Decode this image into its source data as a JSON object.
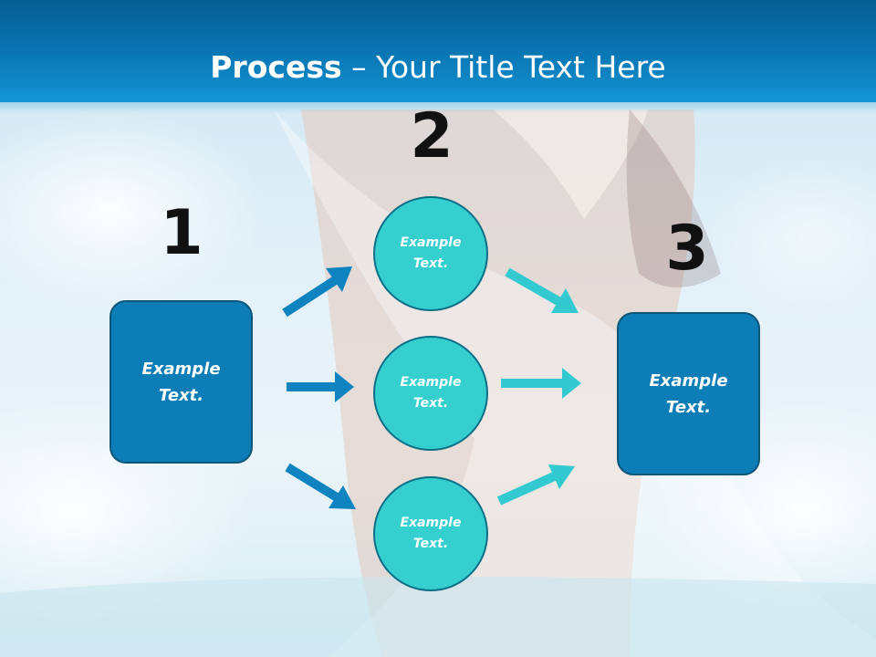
{
  "title": {
    "bold": "Process",
    "rest": " – Your Title Text Here"
  },
  "steps": {
    "one": "1",
    "two": "2",
    "three": "3"
  },
  "left_box": {
    "line1": "Example",
    "line2": "Text."
  },
  "circles": [
    {
      "line1": "Example",
      "line2": "Text."
    },
    {
      "line1": "Example",
      "line2": "Text."
    },
    {
      "line1": "Example",
      "line2": "Text."
    }
  ],
  "right_box": {
    "line1": "Example",
    "line2": "Text."
  },
  "colors": {
    "header": "#0a78b6",
    "box": "#0d7db7",
    "circle": "#36cfd0",
    "arrow_dark": "#0f83bf",
    "arrow_light": "#33c9d1"
  }
}
